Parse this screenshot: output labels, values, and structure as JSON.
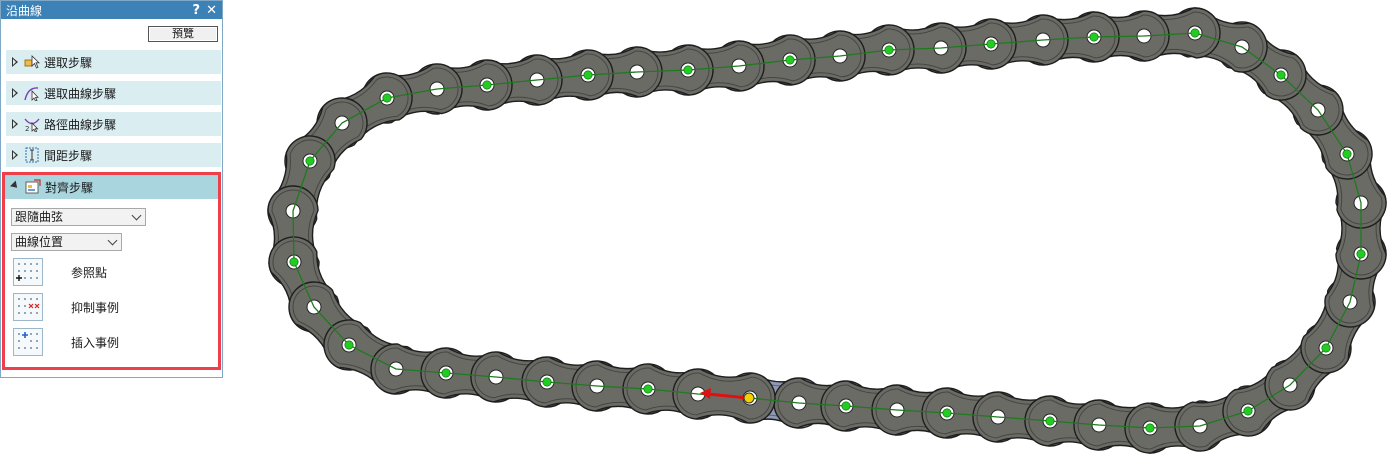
{
  "panel": {
    "title": "沿曲線",
    "help_label": "?",
    "close_label": "✕",
    "preview_label": "預覽",
    "steps": [
      {
        "label": "選取步驟",
        "icon": "select-cursor-icon"
      },
      {
        "label": "選取曲線步驟",
        "icon": "select-curve-icon"
      },
      {
        "label": "路徑曲線步驟",
        "icon": "path-curve-icon"
      },
      {
        "label": "間距步驟",
        "icon": "spacing-icon"
      }
    ],
    "align": {
      "label": "對齊步驟",
      "icon": "align-icon",
      "dropdown1": "跟隨曲弦",
      "dropdown2": "曲線位置",
      "tools": [
        {
          "label": "参照點",
          "icon": "reference-point-icon"
        },
        {
          "label": "抑制事例",
          "icon": "suppress-instance-icon"
        },
        {
          "label": "插入事例",
          "icon": "insert-instance-icon"
        }
      ]
    },
    "colors": {
      "titlebar": "#3c82b6",
      "step_bg": "#daeef2",
      "highlight_border": "#ef3f4b"
    }
  },
  "viewport": {
    "colors": {
      "link_fill": "#6b6b66",
      "selected_link_fill": "#8f9ab5",
      "path_curve": "#1f7a1f",
      "point": "#22cc22",
      "direction_arrow": "#e01010",
      "origin_marker": "#f5d000"
    }
  }
}
